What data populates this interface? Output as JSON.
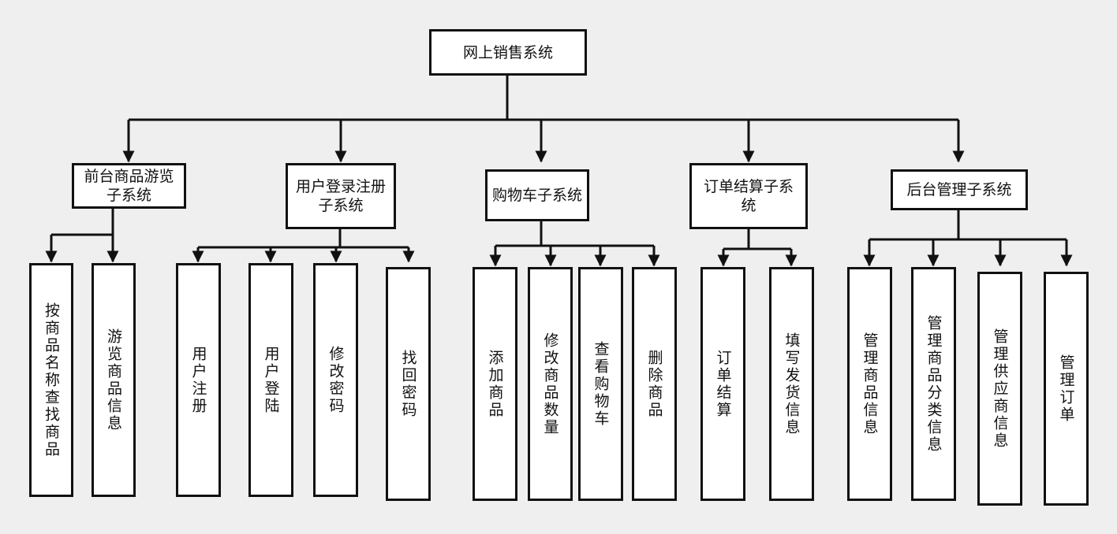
{
  "root": {
    "label": "网上销售系统"
  },
  "subsystems": [
    {
      "label": "前台商品游览子系统",
      "children": [
        "按商品名称查找商品",
        "游览商品信息"
      ]
    },
    {
      "label": "用户登录注册子系统",
      "children": [
        "用户注册",
        "用户登陆",
        "修改密码",
        "找回密码"
      ]
    },
    {
      "label": "购物车子系统",
      "children": [
        "添加商品",
        "修改商品数量",
        "查看购物车",
        "删除商品"
      ]
    },
    {
      "label": "订单结算子系统",
      "children": [
        "订单结算",
        "填写发货信息"
      ]
    },
    {
      "label": "后台管理子系统",
      "children": [
        "管理商品信息",
        "管理商品分类信息",
        "管理供应商信息",
        "管理订单"
      ]
    }
  ]
}
